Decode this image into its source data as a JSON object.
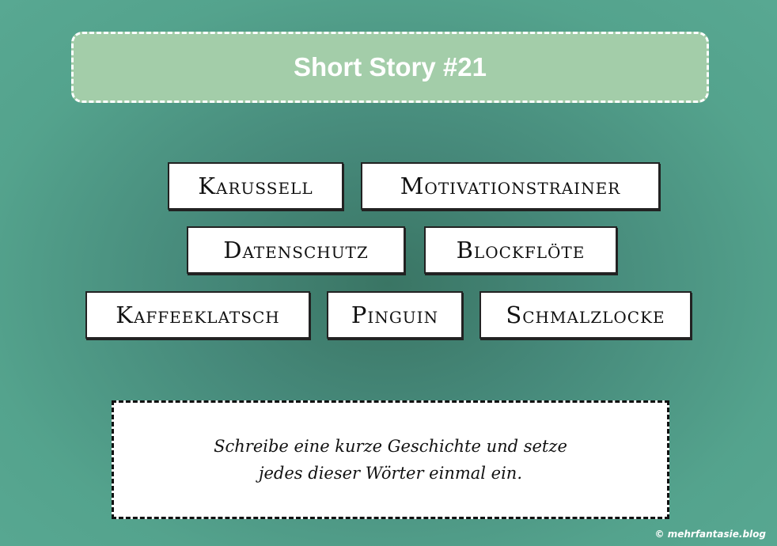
{
  "title": "Short Story #21",
  "words": [
    "Karussell",
    "Motivationstrainer",
    "Datenschutz",
    "Blockflöte",
    "Kaffeeklatsch",
    "Pinguin",
    "Schmalzlocke"
  ],
  "task": {
    "line1": "Schreibe eine kurze Geschichte und setze",
    "line2": "jedes dieser Wörter einmal ein."
  },
  "credit": "© mehrfantasie.blog"
}
